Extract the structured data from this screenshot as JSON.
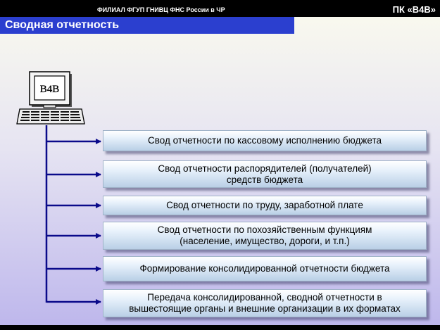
{
  "header": {
    "org": "ФИЛИАЛ ФГУП ГНИВЦ ФНС России в ЧР",
    "product": "ПК «В4В»"
  },
  "slide": {
    "title": "Сводная отчетность"
  },
  "computer": {
    "screen_label": "B4B"
  },
  "items": [
    {
      "label": "Свод отчетности по кассовому исполнению бюджета"
    },
    {
      "label": "Свод отчетности распорядителей (получателей)\nсредств бюджета"
    },
    {
      "label": "Свод отчетности по труду, заработной плате"
    },
    {
      "label": "Свод отчетности по похозяйственным функциям\n(население, имущество, дороги, и т.п.)"
    },
    {
      "label": "Формирование консолидированной отчетности бюджета"
    },
    {
      "label": "Передача консолидированной, сводной отчетности в\nвышестоящие органы и внешние организации в их форматах"
    }
  ],
  "colors": {
    "title_bar": "#2b3fcf",
    "connector": "#0a0a8a"
  }
}
